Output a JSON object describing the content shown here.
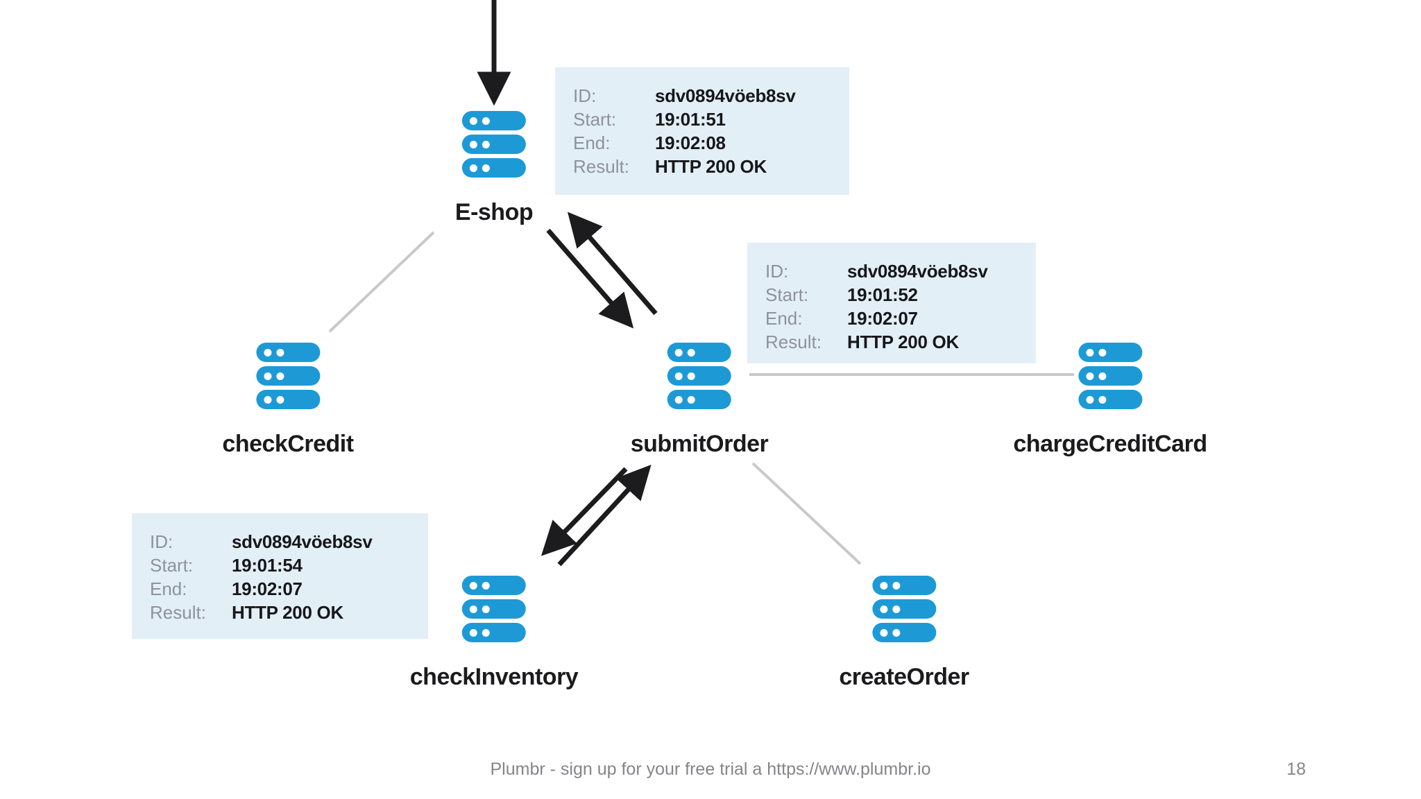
{
  "page": {
    "footer_text": "Plumbr - sign up for your free trial a https://www.plumbr.io",
    "page_number": "18"
  },
  "colors": {
    "server_blue": "#1d9ad6",
    "trace_box_bg": "#e3eff7",
    "key_gray": "#8d929b",
    "value_black": "#17171a",
    "label_black": "#1b1b1d",
    "arrow_black": "#1c1c1e",
    "line_gray": "#c9c9c9",
    "footer_gray": "#84848c"
  },
  "icons": {
    "server": "server-stack-icon: three stacked blue rounded bars, each with two white dots"
  },
  "nodes": [
    {
      "label": "E-shop"
    },
    {
      "label": "checkCredit"
    },
    {
      "label": "submitOrder"
    },
    {
      "label": "chargeCreditCard"
    },
    {
      "label": "checkInventory"
    },
    {
      "label": "createOrder"
    }
  ],
  "trace_boxes": [
    {
      "rows": [
        {
          "key": "ID:",
          "value": "sdv0894vöeb8sv"
        },
        {
          "key": "Start:",
          "value": "19:01:51"
        },
        {
          "key": "End:",
          "value": "19:02:08"
        },
        {
          "key": "Result:",
          "value": "HTTP 200 OK"
        }
      ]
    },
    {
      "rows": [
        {
          "key": "ID:",
          "value": "sdv0894vöeb8sv"
        },
        {
          "key": "Start:",
          "value": "19:01:52"
        },
        {
          "key": "End:",
          "value": "19:02:07"
        },
        {
          "key": "Result:",
          "value": "HTTP 200 OK"
        }
      ]
    },
    {
      "rows": [
        {
          "key": "ID:",
          "value": "sdv0894vöeb8sv"
        },
        {
          "key": "Start:",
          "value": "19:01:54"
        },
        {
          "key": "End:",
          "value": "19:02:07"
        },
        {
          "key": "Result:",
          "value": "HTTP 200 OK"
        }
      ]
    }
  ]
}
